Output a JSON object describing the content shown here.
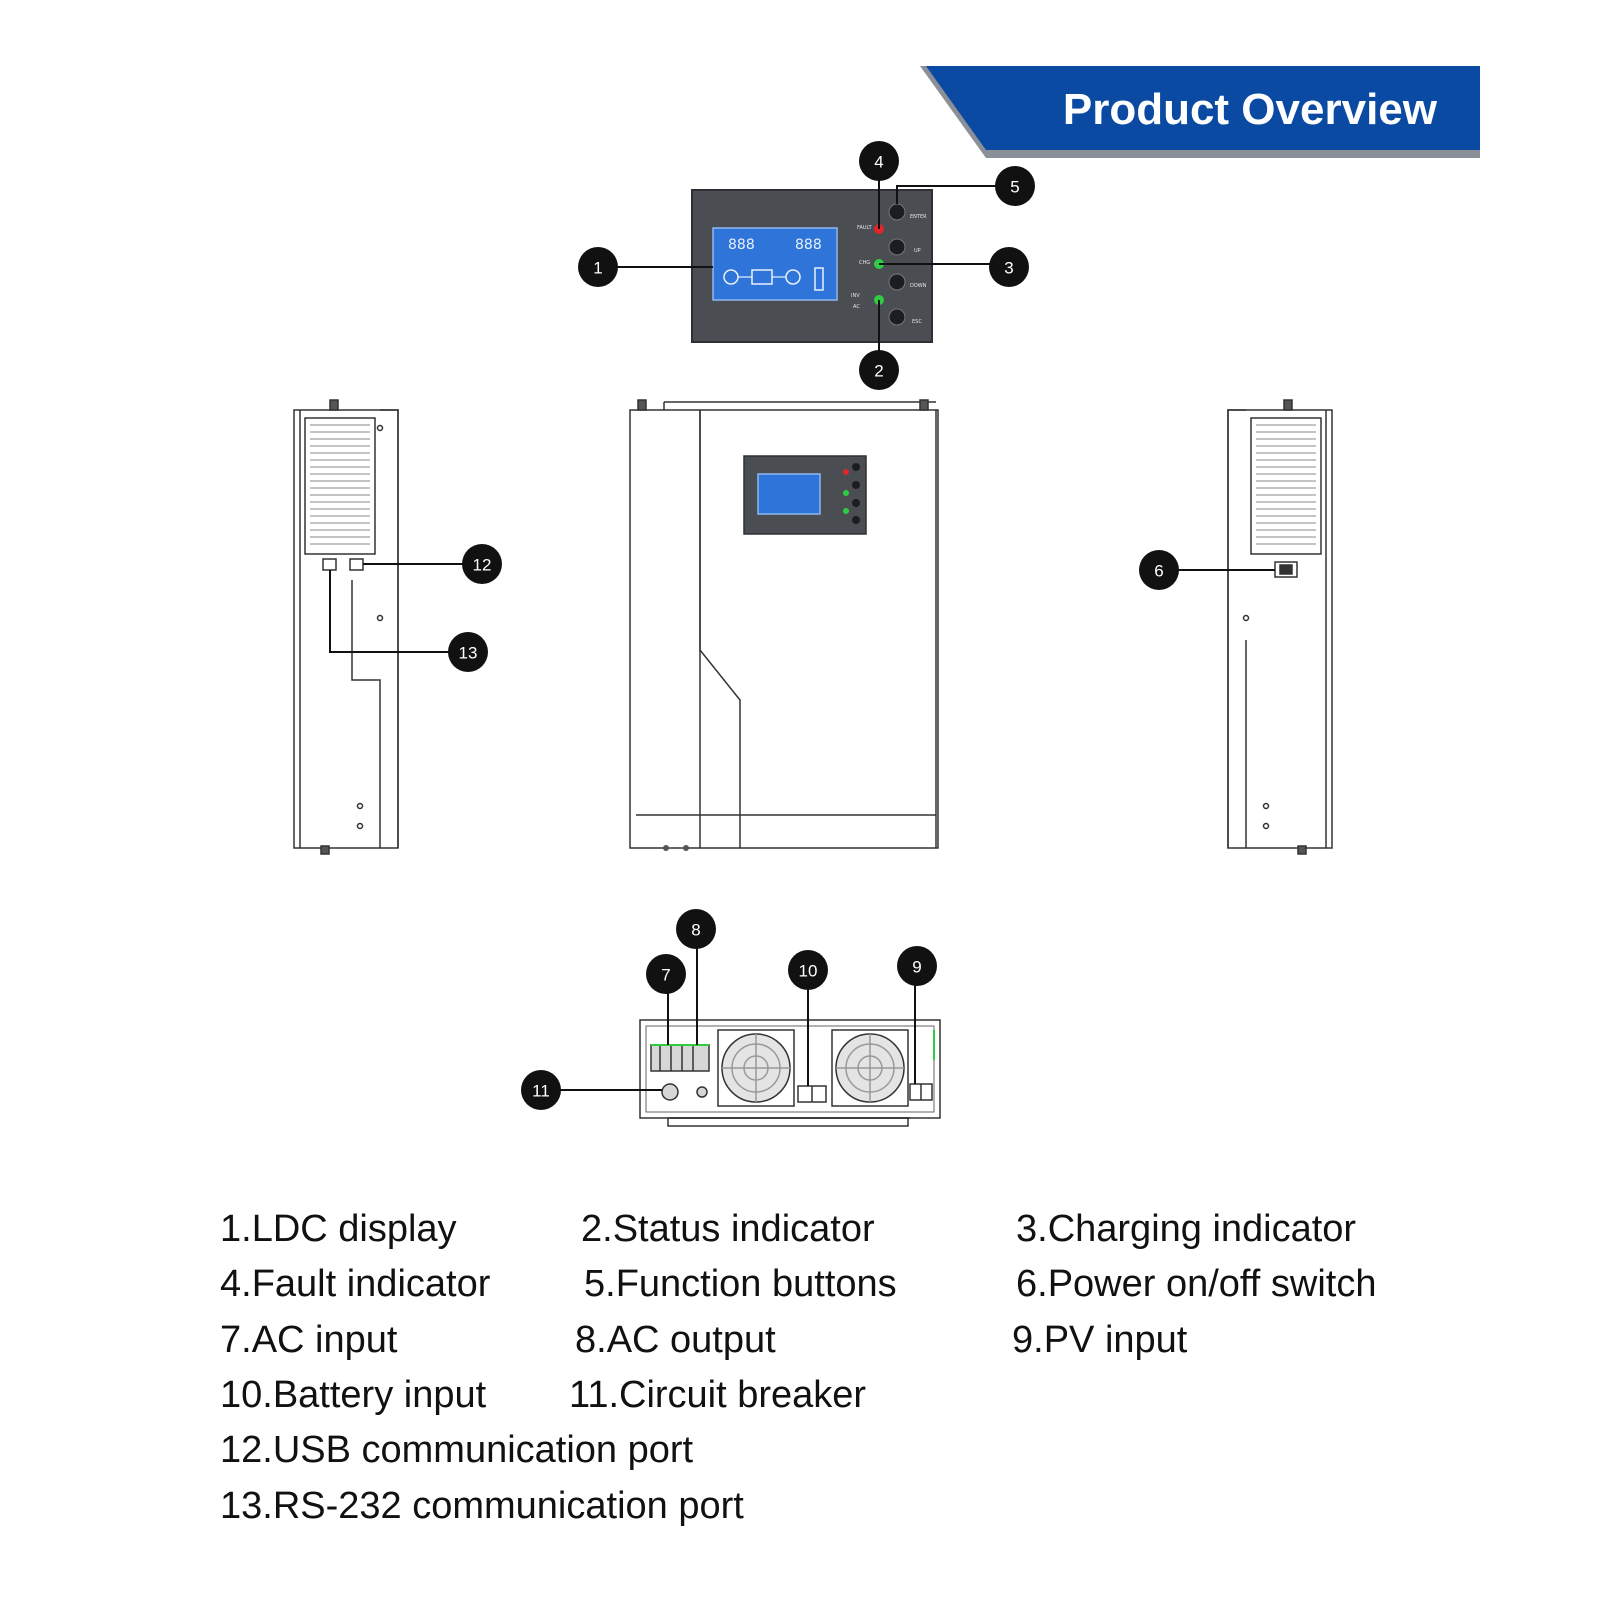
{
  "header": {
    "title": "Product Overview",
    "banner_color": "#0b4aa2"
  },
  "callouts": [
    "1",
    "2",
    "3",
    "4",
    "5",
    "6",
    "7",
    "8",
    "9",
    "10",
    "11",
    "12",
    "13"
  ],
  "legend": [
    "1.LDC display",
    "2.Status indicator",
    "3.Charging indicator",
    "4.Fault indicator",
    "5.Function buttons",
    "6.Power on/off switch",
    "7.AC input",
    "8.AC output",
    "9.PV input",
    "10.Battery input",
    "11.Circuit breaker",
    "12.USB communication port",
    "13.RS-232 communication port"
  ],
  "panel": {
    "fault_label": "FAULT",
    "chg_label": "CHG",
    "inv_label": "INV",
    "ac_label": "AC",
    "enter_label": "ENTER",
    "up_label": "UP",
    "down_label": "DOWN",
    "esc_label": "ESC",
    "lcd_readout": "888",
    "fault_color": "#e0262a",
    "ok_color": "#2ecc40",
    "lcd_color": "#2f74d8"
  }
}
